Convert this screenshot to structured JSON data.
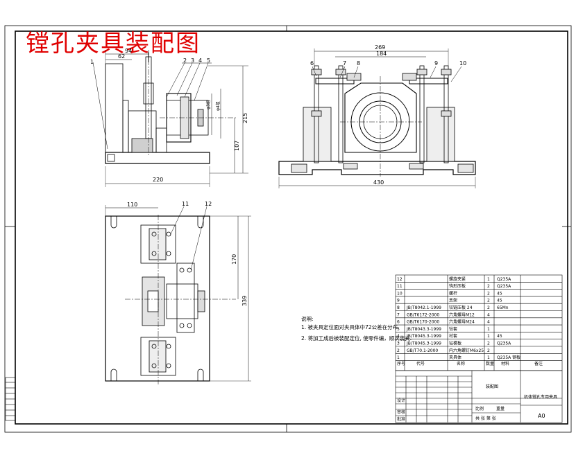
{
  "title": "镗孔夹具装配图",
  "dimensions": {
    "front_94": "94",
    "front_62": "62",
    "front_220": "220",
    "front_215": "215",
    "front_107": "107",
    "front_dia3": "φ3组",
    "front_dia4": "φ4组",
    "side_269": "269",
    "side_184": "184",
    "side_430": "430",
    "top_110": "110",
    "top_170": "170",
    "top_339": "339"
  },
  "balloons": {
    "front": [
      "1",
      "2",
      "3",
      "4",
      "5"
    ],
    "side": [
      "6",
      "7",
      "8",
      "9",
      "10"
    ],
    "top": [
      "11",
      "12"
    ]
  },
  "notes": {
    "heading": "说明:",
    "line1": "1. 被夹具定位面对夹具体中72公差在分布.",
    "line2": "2. 将加工成后被装配定位, 使零件编，顺次装夹."
  },
  "bom": {
    "rows": [
      {
        "no": "12",
        "code": "",
        "name": "螺旋夹紧",
        "qty": "1",
        "material": "Q235A"
      },
      {
        "no": "11",
        "code": "",
        "name": "钩形压板",
        "qty": "2",
        "material": "Q235A"
      },
      {
        "no": "10",
        "code": "",
        "name": "螺杆",
        "qty": "2",
        "material": "45"
      },
      {
        "no": "9",
        "code": "",
        "name": "支架",
        "qty": "2",
        "material": "45"
      },
      {
        "no": "8",
        "code": "JB/T8042.1-1999",
        "name": "铰链压板 24",
        "qty": "2",
        "material": "65Mn"
      },
      {
        "no": "7",
        "code": "GB/T6172-2000",
        "name": "六角螺母M12",
        "qty": "4",
        "material": ""
      },
      {
        "no": "6",
        "code": "GB/T6170-2000",
        "name": "六角螺母M24",
        "qty": "4",
        "material": ""
      },
      {
        "no": "5",
        "code": "JB/T8043.3-1999",
        "name": "钻套",
        "qty": "1",
        "material": ""
      },
      {
        "no": "4",
        "code": "JB/T8045.3-1999",
        "name": "衬套",
        "qty": "1",
        "material": "45"
      },
      {
        "no": "3",
        "code": "JB/T8045.3-1999",
        "name": "钻模板",
        "qty": "2",
        "material": "Q235A"
      },
      {
        "no": "2",
        "code": "GB/T70.1-2000",
        "name": "内六角螺钉M6x25",
        "qty": "2",
        "material": ""
      },
      {
        "no": "1",
        "code": "",
        "name": "夹具体",
        "qty": "1",
        "material": "Q235A 钢板"
      }
    ],
    "header": {
      "no": "序号",
      "code": "代号",
      "name": "名称",
      "qty": "数量",
      "material": "材料",
      "remark": "备注"
    }
  },
  "title_block": {
    "school": "装配图",
    "drawing_name": "机体镗孔专用夹具",
    "sheet_size": "A0",
    "labels": {
      "design": "设计",
      "check": "审核",
      "approve": "批准",
      "scale": "比例",
      "weight": "重量",
      "sheet": "共 张 第 张"
    }
  },
  "colors": {
    "line": "#000000",
    "title": "#e00000",
    "background": "#ffffff"
  }
}
